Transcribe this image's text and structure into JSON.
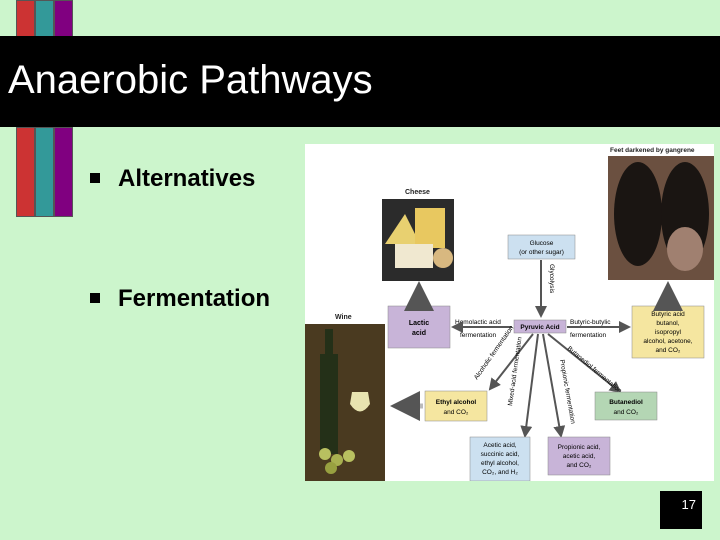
{
  "slide": {
    "title": "Anaerobic Pathways",
    "bullets": [
      "Alternatives",
      "Fermentation"
    ],
    "page_number": "17"
  },
  "figure": {
    "labels": {
      "feet": "Feet darkened by gangrene",
      "cheese": "Cheese",
      "wine": "Wine",
      "glucose_1": "Glucose",
      "glucose_2": "(or other sugar)",
      "glycolysis": "Glycolysis",
      "homolactic_1": "Homolactic acid",
      "homolactic_2": "fermentation",
      "pyruvic": "Pyruvic Acid",
      "butyric_path_1": "Butyric-butylic",
      "butyric_path_2": "fermentation",
      "lactic_1": "Lactic",
      "lactic_2": "acid",
      "butyric_box_1": "Butyric acid",
      "butyric_box_2": "butanol,",
      "butyric_box_3": "isopropyl",
      "butyric_box_4": "alcohol, acetone,",
      "butyric_box_5": "and CO₂",
      "alcoholic": "Alcoholic fermentation",
      "mixed_acid": "Mixed-acid fermentation",
      "propionic": "Propionic fermentation",
      "butanediol_path": "Butanediol fermentation",
      "ethyl_1": "Ethyl alcohol",
      "ethyl_2": "and CO₂",
      "butanediol_1": "Butanediol",
      "butanediol_2": "and CO₂",
      "mixed_box_1": "Acetic acid,",
      "mixed_box_2": "succinic acid,",
      "mixed_box_3": "ethyl alcohol,",
      "mixed_box_4": "CO₂, and H₂",
      "propionic_box_1": "Propionic acid,",
      "propionic_box_2": "acetic acid,",
      "propionic_box_3": "and CO₂"
    }
  },
  "colors": {
    "background": "#ccf5cc",
    "title_bar": "#000000",
    "deco_purple": "#800080",
    "deco_teal": "#339999",
    "deco_red": "#cc3333",
    "box_purple": "#c8b4d8",
    "box_yellow": "#f5e6a0",
    "box_blue": "#cce0f0",
    "box_green": "#b4d6b4"
  }
}
